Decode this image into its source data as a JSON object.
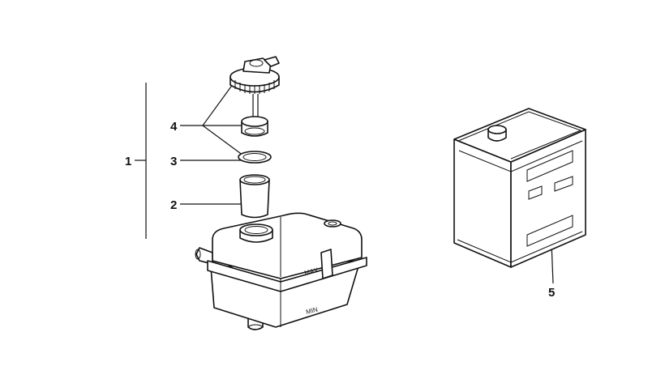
{
  "callouts": {
    "c1": "1",
    "c2": "2",
    "c3": "3",
    "c4": "4",
    "c5": "5"
  },
  "tank_markings": {
    "max": "MAX",
    "min": "MIN"
  },
  "colors": {
    "ink": "#111111",
    "background": "#ffffff"
  }
}
